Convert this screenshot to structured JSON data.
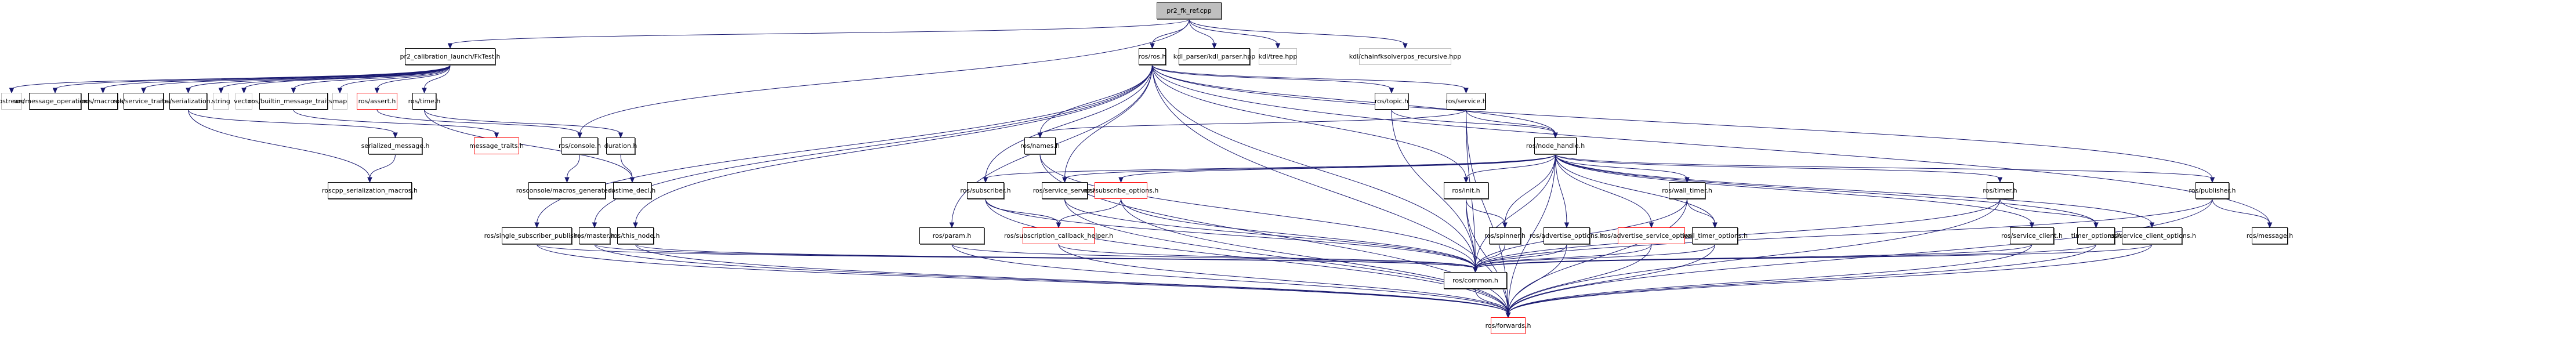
{
  "title": "pr2_fk_ref.cpp include dependency graph",
  "colors": {
    "edge": "#191970",
    "root_fill": "#bfbfbf",
    "missing_border": "#bfbfbf",
    "incomplete_border": "#ff0000"
  },
  "nodes": [
    {
      "id": "root",
      "label": "pr2_fk_ref.cpp",
      "kind": "root"
    },
    {
      "id": "fktest",
      "label": "pr2_calibration_launch/FkTest.h",
      "kind": "normal"
    },
    {
      "id": "ros",
      "label": "ros/ros.h",
      "kind": "normal"
    },
    {
      "id": "kdlparser",
      "label": "kdl_parser/kdl_parser.hpp",
      "kind": "normal"
    },
    {
      "id": "kdltree",
      "label": "kdl/tree.hpp",
      "kind": "missing"
    },
    {
      "id": "kdlchain",
      "label": "kdl/chainfksolverpos_recursive.hpp",
      "kind": "missing"
    },
    {
      "id": "ostream",
      "label": "ostream",
      "kind": "missing"
    },
    {
      "id": "msgops",
      "label": "ros/message_operations.h",
      "kind": "normal"
    },
    {
      "id": "macros",
      "label": "ros/macros.h",
      "kind": "normal"
    },
    {
      "id": "srvtraits",
      "label": "ros/service_traits.h",
      "kind": "normal"
    },
    {
      "id": "serialization",
      "label": "ros/serialization.h",
      "kind": "normal"
    },
    {
      "id": "string",
      "label": "string",
      "kind": "missing"
    },
    {
      "id": "vector",
      "label": "vector",
      "kind": "missing"
    },
    {
      "id": "builtin",
      "label": "ros/builtin_message_traits.h",
      "kind": "normal"
    },
    {
      "id": "map",
      "label": "map",
      "kind": "missing"
    },
    {
      "id": "assert",
      "label": "ros/assert.h",
      "kind": "incomplete"
    },
    {
      "id": "time",
      "label": "ros/time.h",
      "kind": "normal"
    },
    {
      "id": "topic",
      "label": "ros/topic.h",
      "kind": "normal"
    },
    {
      "id": "service",
      "label": "ros/service.h",
      "kind": "normal"
    },
    {
      "id": "serializedmsg",
      "label": "serialized_message.h",
      "kind": "normal"
    },
    {
      "id": "msgtraits",
      "label": "message_traits.h",
      "kind": "incomplete"
    },
    {
      "id": "console",
      "label": "ros/console.h",
      "kind": "normal"
    },
    {
      "id": "duration",
      "label": "duration.h",
      "kind": "normal"
    },
    {
      "id": "names",
      "label": "ros/names.h",
      "kind": "normal"
    },
    {
      "id": "nodehandle",
      "label": "ros/node_handle.h",
      "kind": "normal"
    },
    {
      "id": "sermacros",
      "label": "roscpp_serialization_macros.h",
      "kind": "normal"
    },
    {
      "id": "consolemacros",
      "label": "rosconsole/macros_generated.h",
      "kind": "normal"
    },
    {
      "id": "rostimedecl",
      "label": "rostime_decl.h",
      "kind": "normal"
    },
    {
      "id": "subscriber",
      "label": "ros/subscriber.h",
      "kind": "normal"
    },
    {
      "id": "srvserver",
      "label": "ros/service_server.h",
      "kind": "normal"
    },
    {
      "id": "subopts",
      "label": "ros/subscribe_options.h",
      "kind": "incomplete"
    },
    {
      "id": "init",
      "label": "ros/init.h",
      "kind": "normal"
    },
    {
      "id": "walltimer",
      "label": "ros/wall_timer.h",
      "kind": "normal"
    },
    {
      "id": "timer",
      "label": "ros/timer.h",
      "kind": "normal"
    },
    {
      "id": "publisher",
      "label": "ros/publisher.h",
      "kind": "normal"
    },
    {
      "id": "singlesubpub",
      "label": "ros/single_subscriber_publisher.h",
      "kind": "normal"
    },
    {
      "id": "master",
      "label": "ros/master.h",
      "kind": "normal"
    },
    {
      "id": "thisnode",
      "label": "ros/this_node.h",
      "kind": "normal"
    },
    {
      "id": "param",
      "label": "ros/param.h",
      "kind": "normal"
    },
    {
      "id": "subcbhelper",
      "label": "ros/subscription_callback_helper.h",
      "kind": "incomplete"
    },
    {
      "id": "spinner",
      "label": "ros/spinner.h",
      "kind": "normal"
    },
    {
      "id": "advopts",
      "label": "ros/advertise_options.h",
      "kind": "normal"
    },
    {
      "id": "advsrvopts",
      "label": "ros/advertise_service_options.h",
      "kind": "incomplete"
    },
    {
      "id": "walltimeropts",
      "label": "wall_timer_options.h",
      "kind": "normal"
    },
    {
      "id": "srvclient",
      "label": "ros/service_client.h",
      "kind": "normal"
    },
    {
      "id": "timeropts",
      "label": "timer_options.h",
      "kind": "normal"
    },
    {
      "id": "srvclientopts",
      "label": "ros/service_client_options.h",
      "kind": "normal"
    },
    {
      "id": "message",
      "label": "ros/message.h",
      "kind": "normal"
    },
    {
      "id": "common",
      "label": "ros/common.h",
      "kind": "normal"
    },
    {
      "id": "forwards",
      "label": "ros/forwards.h",
      "kind": "incomplete"
    }
  ],
  "edges": [
    [
      "root",
      "fktest"
    ],
    [
      "root",
      "ros"
    ],
    [
      "root",
      "kdlparser"
    ],
    [
      "root",
      "kdltree"
    ],
    [
      "root",
      "kdlchain"
    ],
    [
      "root",
      "console"
    ],
    [
      "fktest",
      "ostream"
    ],
    [
      "fktest",
      "msgops"
    ],
    [
      "fktest",
      "macros"
    ],
    [
      "fktest",
      "srvtraits"
    ],
    [
      "fktest",
      "serialization"
    ],
    [
      "fktest",
      "string"
    ],
    [
      "fktest",
      "vector"
    ],
    [
      "fktest",
      "builtin"
    ],
    [
      "fktest",
      "map"
    ],
    [
      "fktest",
      "assert"
    ],
    [
      "fktest",
      "time"
    ],
    [
      "serialization",
      "serializedmsg"
    ],
    [
      "serialization",
      "sermacros"
    ],
    [
      "serializedmsg",
      "sermacros"
    ],
    [
      "builtin",
      "msgtraits"
    ],
    [
      "assert",
      "console"
    ],
    [
      "console",
      "consolemacros"
    ],
    [
      "time",
      "duration"
    ],
    [
      "time",
      "rostimedecl"
    ],
    [
      "duration",
      "rostimedecl"
    ],
    [
      "ros",
      "topic"
    ],
    [
      "ros",
      "service"
    ],
    [
      "ros",
      "names"
    ],
    [
      "ros",
      "nodehandle"
    ],
    [
      "ros",
      "subscriber"
    ],
    [
      "ros",
      "srvserver"
    ],
    [
      "ros",
      "init"
    ],
    [
      "ros",
      "singlesubpub"
    ],
    [
      "ros",
      "master"
    ],
    [
      "ros",
      "thisnode"
    ],
    [
      "ros",
      "param"
    ],
    [
      "ros",
      "publisher"
    ],
    [
      "ros",
      "common"
    ],
    [
      "ros",
      "forwards"
    ],
    [
      "ros",
      "message"
    ],
    [
      "topic",
      "nodehandle"
    ],
    [
      "topic",
      "common"
    ],
    [
      "service",
      "names"
    ],
    [
      "service",
      "nodehandle"
    ],
    [
      "service",
      "common"
    ],
    [
      "service",
      "forwards"
    ],
    [
      "names",
      "common"
    ],
    [
      "names",
      "forwards"
    ],
    [
      "nodehandle",
      "subscriber"
    ],
    [
      "nodehandle",
      "srvserver"
    ],
    [
      "nodehandle",
      "subopts"
    ],
    [
      "nodehandle",
      "init"
    ],
    [
      "nodehandle",
      "walltimer"
    ],
    [
      "nodehandle",
      "timer"
    ],
    [
      "nodehandle",
      "publisher"
    ],
    [
      "nodehandle",
      "spinner"
    ],
    [
      "nodehandle",
      "advopts"
    ],
    [
      "nodehandle",
      "advsrvopts"
    ],
    [
      "nodehandle",
      "walltimeropts"
    ],
    [
      "nodehandle",
      "srvclient"
    ],
    [
      "nodehandle",
      "timeropts"
    ],
    [
      "nodehandle",
      "srvclientopts"
    ],
    [
      "nodehandle",
      "common"
    ],
    [
      "nodehandle",
      "forwards"
    ],
    [
      "subscriber",
      "subcbhelper"
    ],
    [
      "subscriber",
      "common"
    ],
    [
      "subscriber",
      "forwards"
    ],
    [
      "srvserver",
      "common"
    ],
    [
      "srvserver",
      "forwards"
    ],
    [
      "subopts",
      "subcbhelper"
    ],
    [
      "subopts",
      "common"
    ],
    [
      "subopts",
      "forwards"
    ],
    [
      "init",
      "spinner"
    ],
    [
      "init",
      "common"
    ],
    [
      "init",
      "forwards"
    ],
    [
      "walltimer",
      "walltimeropts"
    ],
    [
      "walltimer",
      "common"
    ],
    [
      "walltimer",
      "forwards"
    ],
    [
      "timer",
      "timeropts"
    ],
    [
      "timer",
      "common"
    ],
    [
      "timer",
      "forwards"
    ],
    [
      "publisher",
      "message"
    ],
    [
      "publisher",
      "common"
    ],
    [
      "publisher",
      "forwards"
    ],
    [
      "singlesubpub",
      "common"
    ],
    [
      "singlesubpub",
      "forwards"
    ],
    [
      "master",
      "common"
    ],
    [
      "master",
      "forwards"
    ],
    [
      "thisnode",
      "common"
    ],
    [
      "thisnode",
      "forwards"
    ],
    [
      "param",
      "common"
    ],
    [
      "param",
      "forwards"
    ],
    [
      "subcbhelper",
      "common"
    ],
    [
      "subcbhelper",
      "forwards"
    ],
    [
      "spinner",
      "common"
    ],
    [
      "advopts",
      "common"
    ],
    [
      "advopts",
      "forwards"
    ],
    [
      "advsrvopts",
      "common"
    ],
    [
      "advsrvopts",
      "forwards"
    ],
    [
      "walltimeropts",
      "common"
    ],
    [
      "walltimeropts",
      "forwards"
    ],
    [
      "srvclient",
      "common"
    ],
    [
      "srvclient",
      "forwards"
    ],
    [
      "timeropts",
      "common"
    ],
    [
      "timeropts",
      "forwards"
    ],
    [
      "srvclientopts",
      "common"
    ],
    [
      "srvclientopts",
      "forwards"
    ],
    [
      "common",
      "forwards"
    ]
  ]
}
